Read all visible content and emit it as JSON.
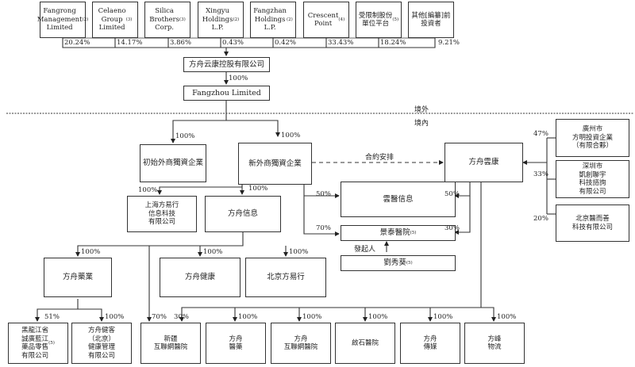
{
  "shareholders": [
    {
      "name": "Fangrong\nManagement\nLimited",
      "note": "(2)",
      "pct": "20.24%"
    },
    {
      "name": "Celaeno\nGroup\nLimited",
      "note": "(3)",
      "pct": "14.17%"
    },
    {
      "name": "Silica\nBrothers\nCorp.",
      "note": "(3)",
      "pct": "3.86%"
    },
    {
      "name": "Xingyu\nHoldings\nL.P.",
      "note": "(2)",
      "pct": "0.43%"
    },
    {
      "name": "Fangzhan\nHoldings\nL.P.",
      "note": "(2)",
      "pct": "0.42%"
    },
    {
      "name": "Crescent\nPoint",
      "note": "(4)",
      "pct": "33.43%"
    },
    {
      "name": "受限制股份\n單位平台",
      "note": "(5)",
      "pct": "18.24%"
    },
    {
      "name": "其他[編纂]前\n投資者",
      "note": "",
      "pct": "9.21%"
    }
  ],
  "holding": {
    "name": "方舟云康控股有限公司",
    "child_pct": "100%"
  },
  "fangzhou_limited": {
    "name": "Fangzhou Limited"
  },
  "boundary": {
    "offshore": "境外",
    "onshore": "境內"
  },
  "wfoe_initial": {
    "name": "初始外商獨資企業",
    "pct": "100%"
  },
  "wfoe_new": {
    "name": "新外商獨資企業",
    "pct": "100%"
  },
  "contract": {
    "label": "合約安排"
  },
  "vie": {
    "name": "方舟雲康"
  },
  "vie_holders": [
    {
      "name": "廣州市\n方明投資企業\n（有限合夥）",
      "pct": "47%"
    },
    {
      "name": "深圳市\n凱創聯宇\n科技諮詢\n有限公司",
      "pct": "33%"
    },
    {
      "name": "北京醫而善\n科技有限公司",
      "pct": "20%"
    }
  ],
  "shanghai": {
    "name": "上海方易行\n信息科技\n有限公司",
    "pct": "100%"
  },
  "fz_info": {
    "name": "方舟信息",
    "pct": "100%"
  },
  "yunyi": {
    "name": "雲醫信息",
    "pct_left": "50%",
    "pct_right": "50%"
  },
  "jingtai": {
    "name": "景泰醫院",
    "note": "(5)",
    "pct_left": "70%",
    "pct_right": "30%"
  },
  "founder": {
    "label": "發起人",
    "name": "劉秀葵",
    "note": "(5)"
  },
  "fz_pharma": {
    "name": "方舟藥業",
    "pct": "100%"
  },
  "fz_health": {
    "name": "方舟健康",
    "pct": "100%"
  },
  "bj_fyx": {
    "name": "北京方易行",
    "pct": "100%"
  },
  "heilongjiang": {
    "name": "黑龍江省\n誠廣藍江\n藥品零售\n有限公司",
    "note": "(5)",
    "pct": "51%"
  },
  "fz_jianke": {
    "name": "方舟健客\n（北京）\n健康管理\n有限公司",
    "pct": "100%"
  },
  "bottom": [
    {
      "name": "新疆\n互聯網醫院",
      "pct": "70%",
      "pct2": "30%"
    },
    {
      "name": "方舟\n醫藥",
      "pct": "100%"
    },
    {
      "name": "方舟\n互聯網醫院",
      "pct": "100%"
    },
    {
      "name": "啟石醫院",
      "pct": "100%"
    },
    {
      "name": "方舟\n傳媒",
      "pct": "100%"
    },
    {
      "name": "方峰\n物流",
      "pct": "100%"
    }
  ]
}
